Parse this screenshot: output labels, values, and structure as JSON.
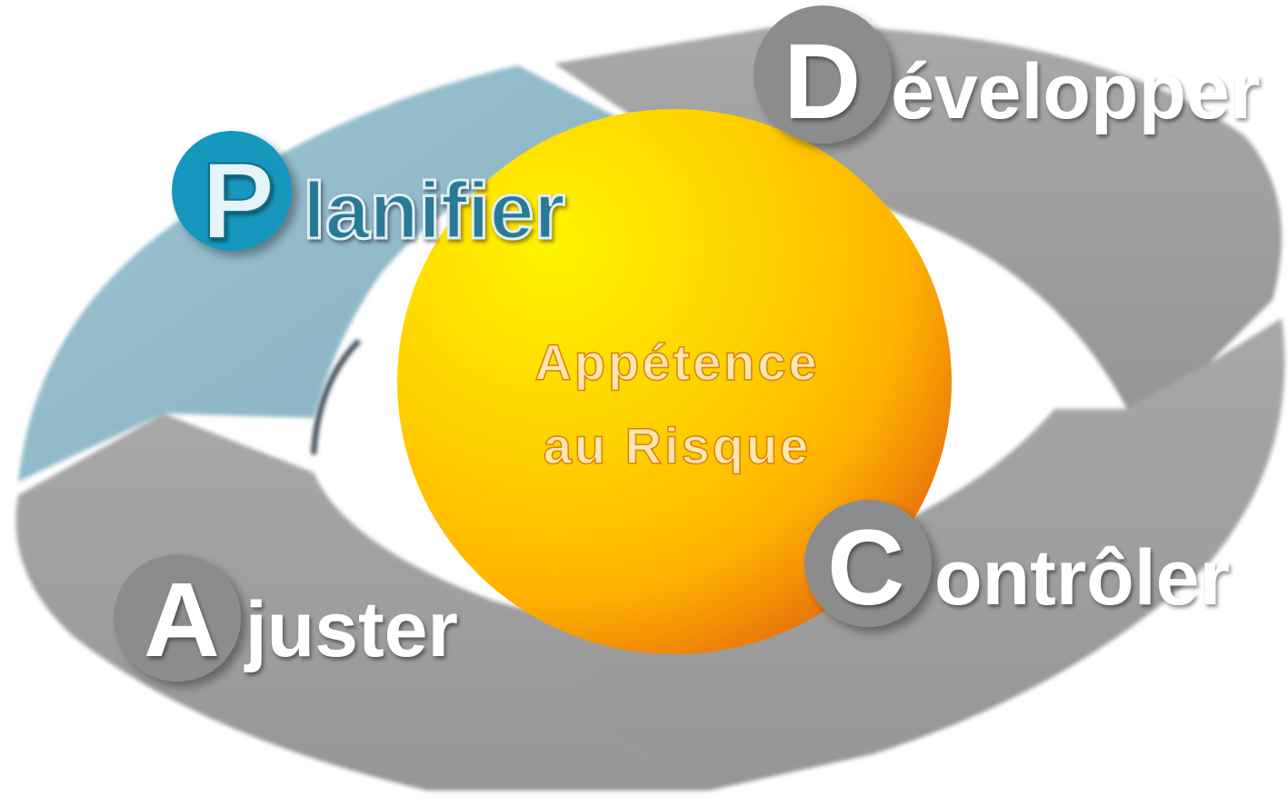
{
  "diagram": {
    "center": {
      "line1": "Appétence",
      "line2": "au Risque"
    },
    "steps": [
      {
        "initial": "P",
        "rest": "lanifier"
      },
      {
        "initial": "D",
        "rest": "évelopper"
      },
      {
        "initial": "C",
        "rest": "ontrôler"
      },
      {
        "initial": "A",
        "rest": "juster"
      }
    ]
  },
  "colors": {
    "planifier_segment": "#8fb8c7",
    "gray_segment": "#9a9a9a",
    "gray_segment_light": "#a6a6a6",
    "planifier_badge": "#1497be",
    "gray_badge": "#8c8c8c",
    "sphere_light": "#fff200",
    "sphere_mid": "#ffc400",
    "sphere_dark": "#e8700c",
    "center_text": "#ffe9c0"
  }
}
